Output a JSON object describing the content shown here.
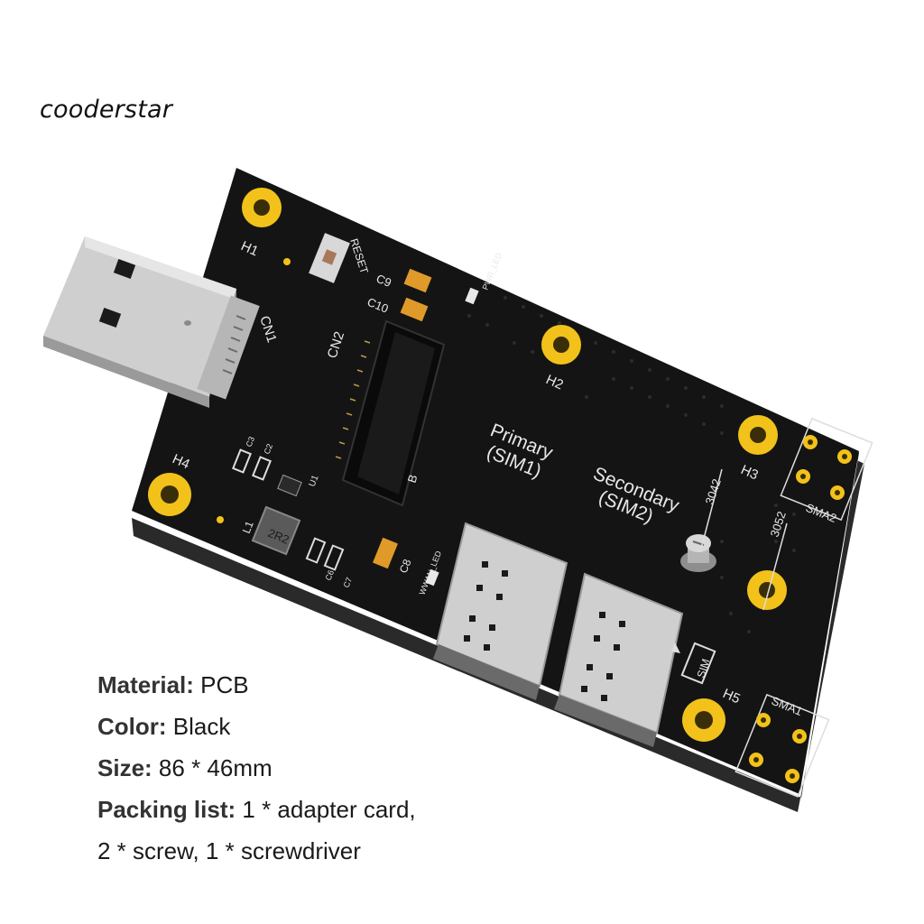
{
  "brand": {
    "name": "cooderstar"
  },
  "product_photo": {
    "usb_label": "CN1",
    "slot_label": "CN2",
    "slot_key": "B",
    "reset_label": "RESET",
    "sim_primary": {
      "line1": "Primary",
      "line2": "(SIM1)"
    },
    "sim_secondary": {
      "line1": "Secondary",
      "line2": "(SIM2)"
    },
    "mount_sizes": [
      "3042",
      "3052"
    ],
    "sim_marker": "SIM",
    "hole_labels": {
      "h1": "H1",
      "h2": "H2",
      "h3": "H3",
      "h4": "H4",
      "h5": "H5"
    },
    "antenna_labels": {
      "sma1": "SMA1",
      "sma2": "SMA2"
    },
    "component_labels": {
      "c9": "C9",
      "c10": "C10",
      "c8": "C8",
      "c7": "C7",
      "c6": "C6",
      "c3": "C3",
      "c2": "C2",
      "l1": "L1",
      "u1": "U1",
      "inductor": "2R2"
    },
    "led_labels": {
      "pwr": "PWR_LED",
      "wwan": "WWAN_LED"
    },
    "colors": {
      "pcb": "#141414",
      "pad": "#f2c21a",
      "usb_metal": "#c9c9c9",
      "sim_tray": "#cfcfcf"
    }
  },
  "specs": {
    "material": {
      "label": "Material:",
      "value": "PCB"
    },
    "color": {
      "label": "Color:",
      "value": "Black"
    },
    "size": {
      "label": "Size:",
      "value": "86 * 46mm"
    },
    "packing": {
      "label": "Packing list:",
      "value": "1 * adapter card,",
      "continuation": "2 * screw, 1 * screwdriver"
    }
  }
}
